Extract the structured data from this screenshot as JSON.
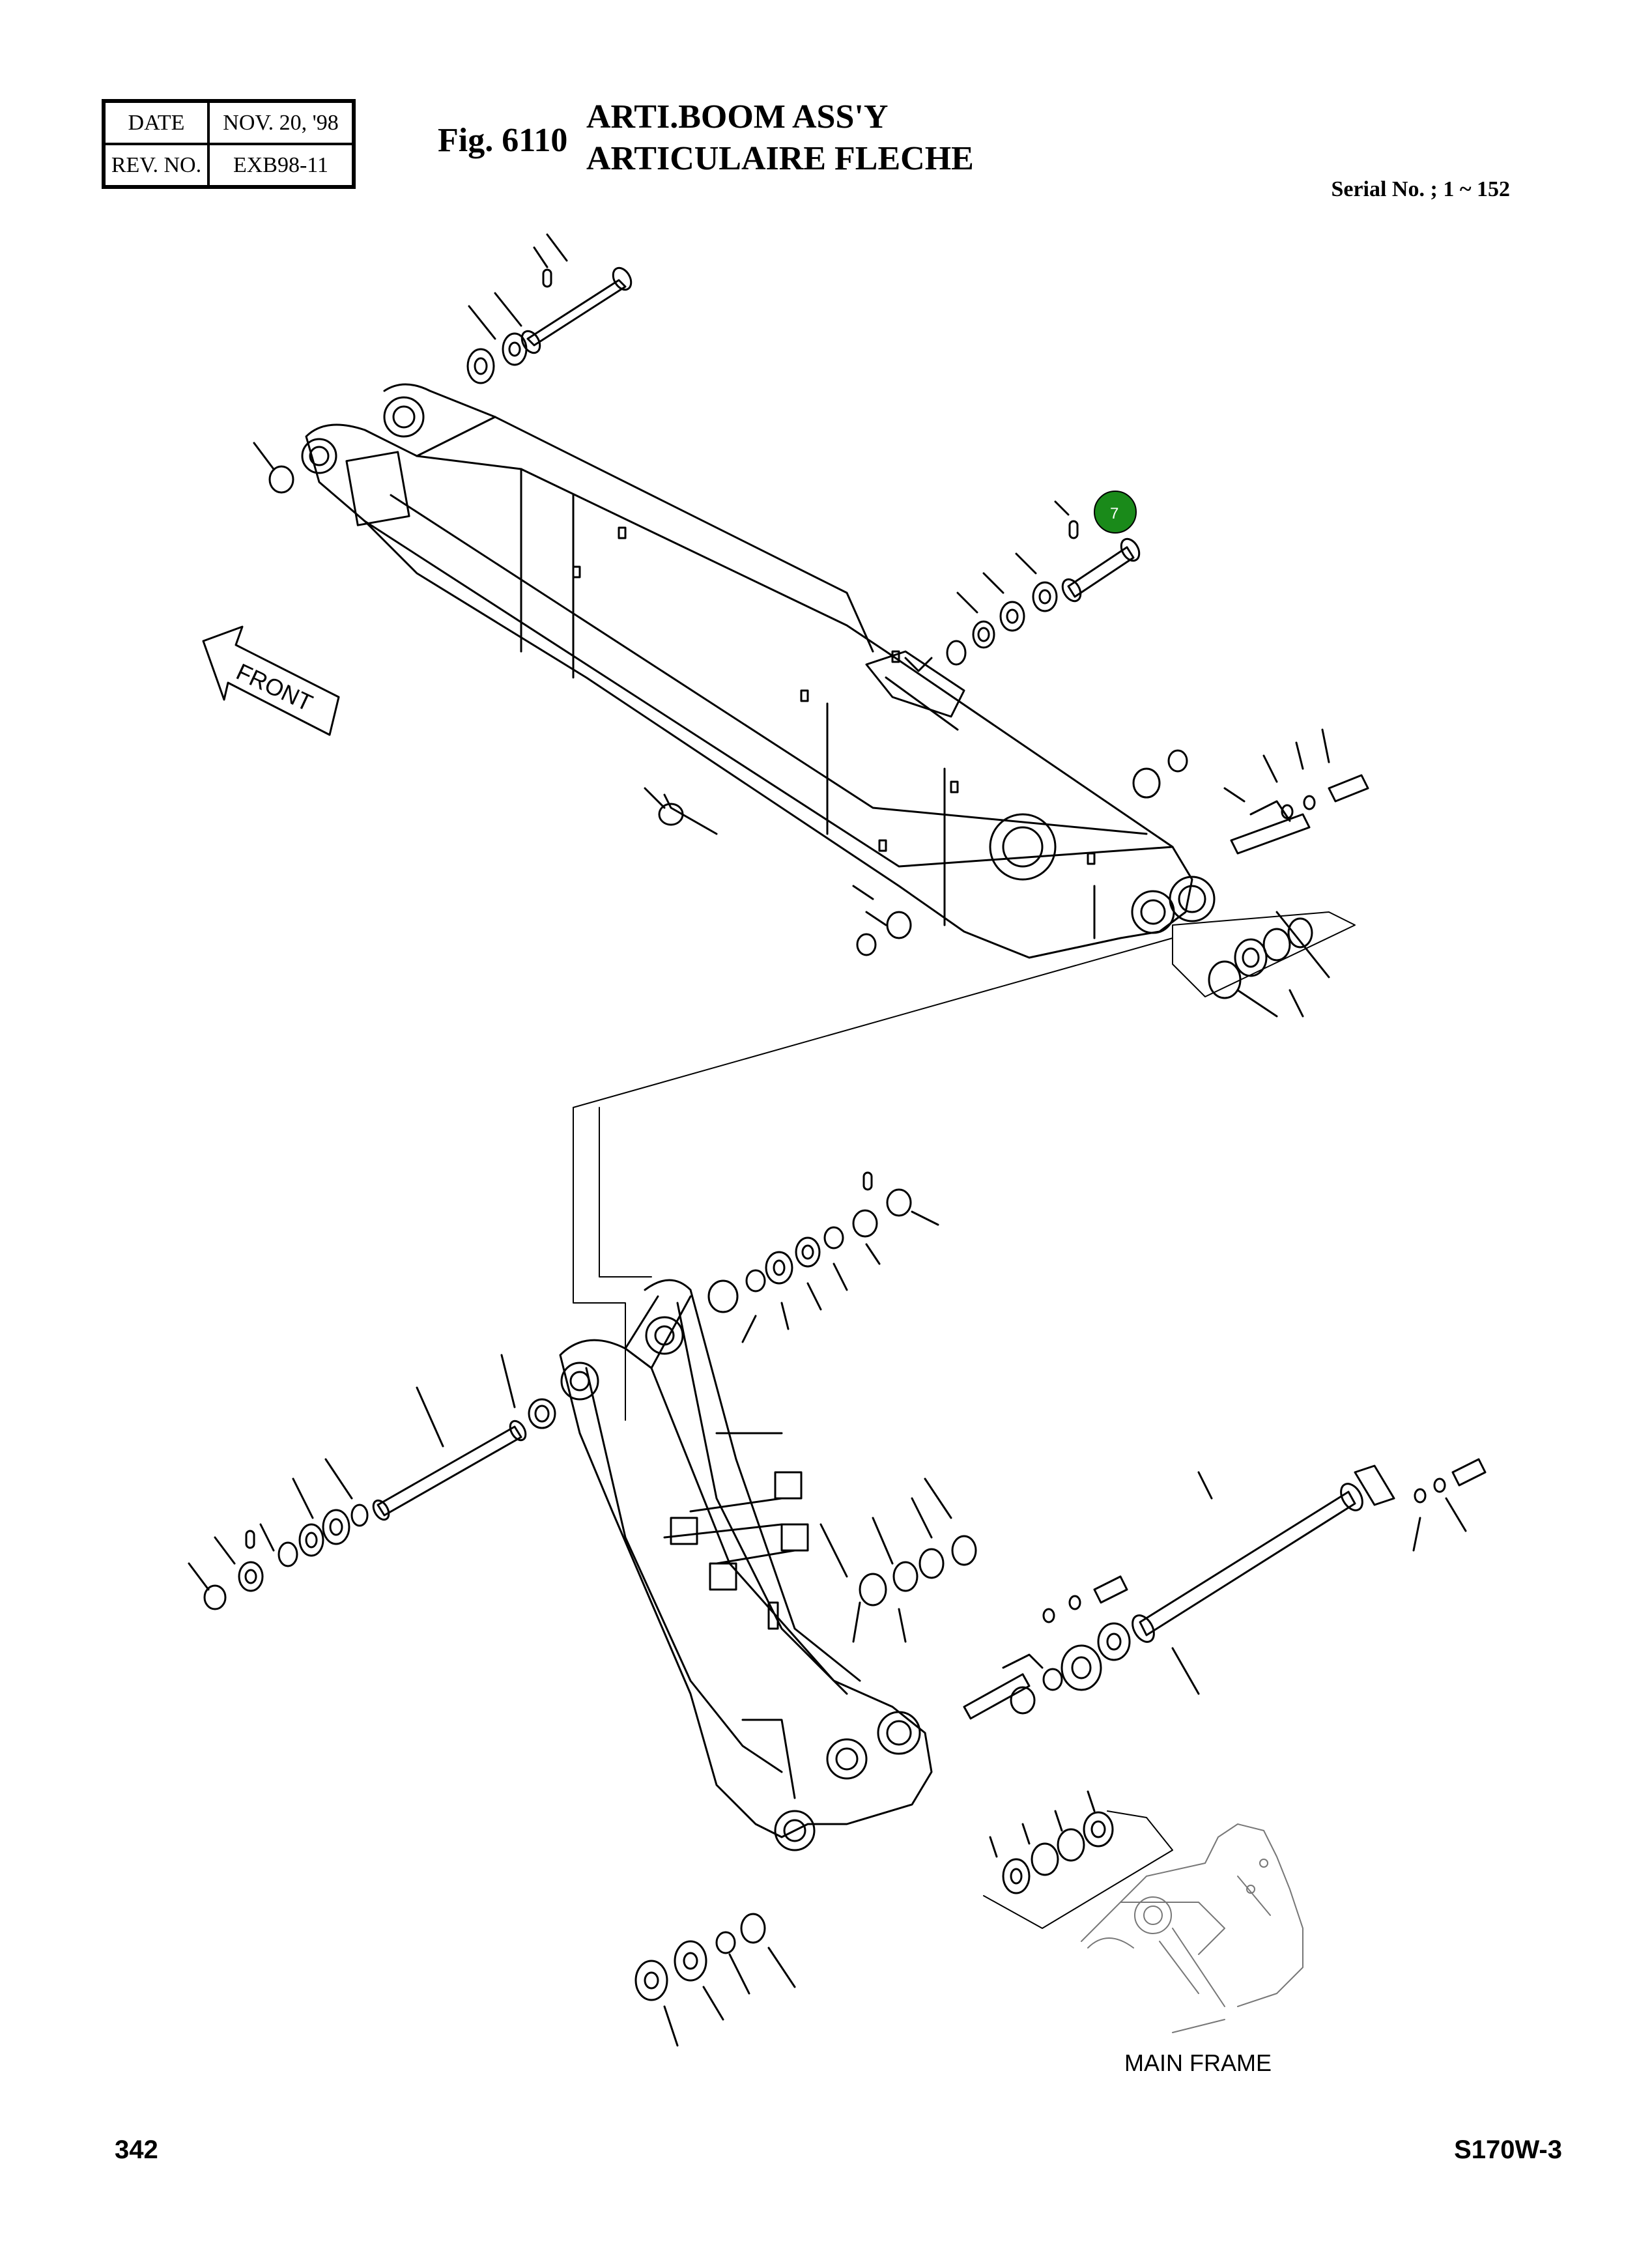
{
  "header": {
    "date_label": "DATE",
    "date_value": "NOV. 20, '98",
    "rev_label": "REV. NO.",
    "rev_value": "EXB98-11"
  },
  "figure": {
    "number": "Fig. 6110",
    "title_en": "ARTI.BOOM ASS'Y",
    "title_fr": "ARTICULAIRE FLECHE",
    "serial": "Serial No. ; 1 ~ 152"
  },
  "drawing": {
    "front_label": "FRONT",
    "callout_number": "7",
    "callout_color": "#1a8a1a",
    "main_frame_label": "MAIN FRAME"
  },
  "footer": {
    "page_number": "342",
    "model": "S170W-3"
  }
}
